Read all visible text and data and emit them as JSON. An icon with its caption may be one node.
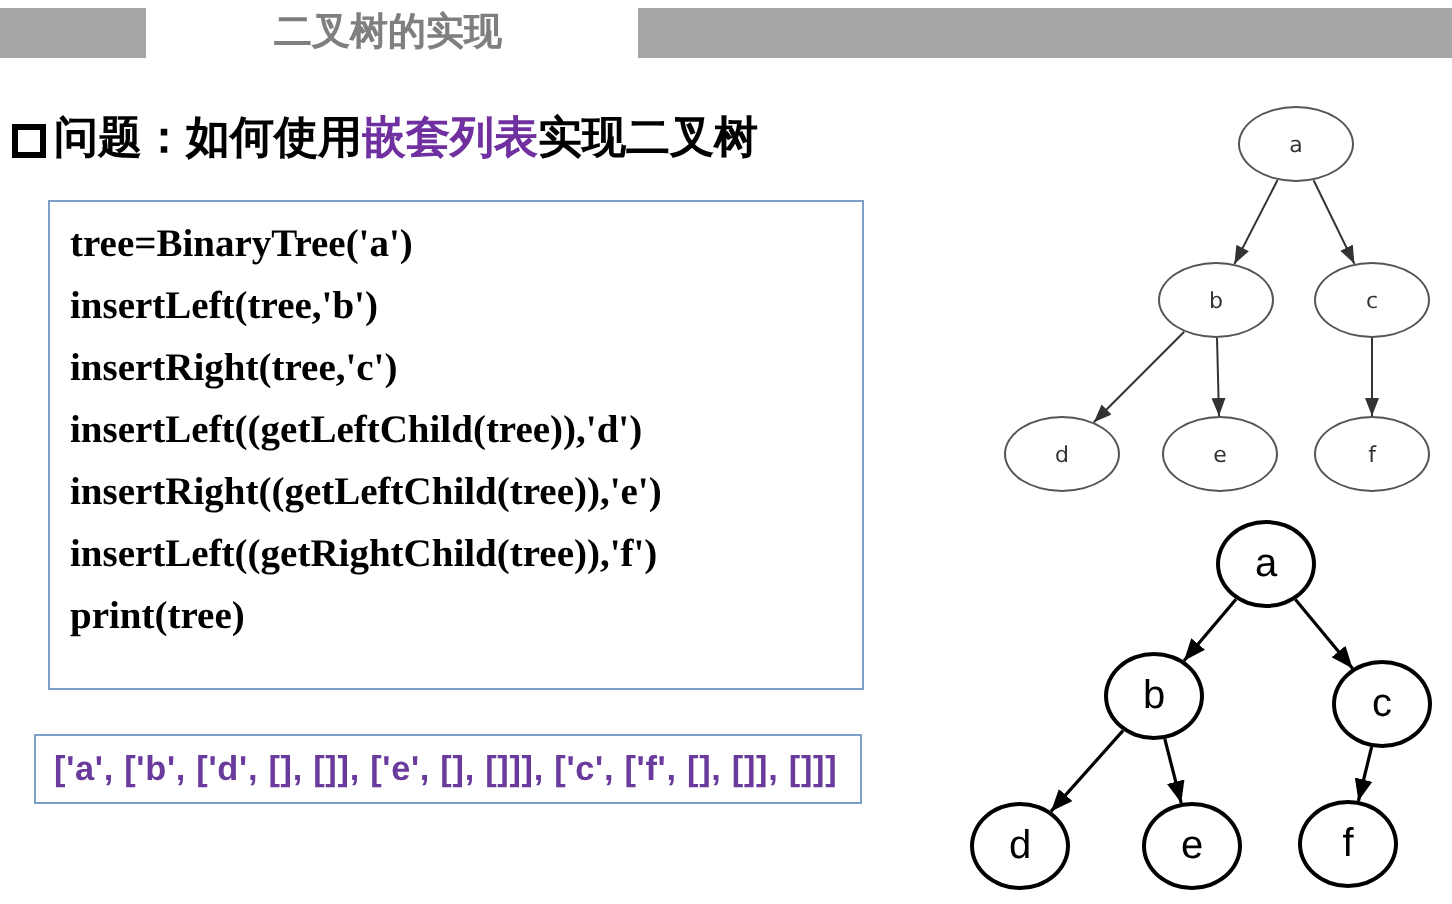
{
  "diagram": {
    "title": "二叉树的实现",
    "nodes": [
      {
        "text": [
          "tree=BinaryTree('a')",
          "insertLeft(tree,'b')",
          "insertRight(tree,'c')",
          "insertLeft((getLeftChild(tree)),'d')",
          "insertRight((getLeftChild(tree)),'e')",
          "insertLeft((getRightChild(tree)),'f')",
          "print(tree)"
        ]
      },
      {
        "text": [
          "['a', ['b', ['d', [], []], ['e', [], []]], ['c', ['f', [], []], []]]"
        ]
      },
      {
        "text": [
          "a"
        ]
      },
      {
        "text": [
          "b"
        ]
      },
      {
        "text": [
          "c"
        ]
      },
      {
        "text": [
          "d"
        ]
      },
      {
        "text": [
          "e"
        ]
      },
      {
        "text": [
          "f"
        ]
      },
      {
        "text": [
          "a"
        ]
      },
      {
        "text": [
          "b"
        ]
      },
      {
        "text": [
          "c"
        ]
      },
      {
        "text": [
          "d"
        ]
      },
      {
        "text": [
          "e"
        ]
      },
      {
        "text": [
          "f"
        ]
      }
    ],
    "edges": [
      {
        "from": 2,
        "to": 3,
        "arrow": "to"
      },
      {
        "from": 2,
        "to": 4,
        "arrow": "to"
      },
      {
        "from": 3,
        "to": 5,
        "arrow": "to"
      },
      {
        "from": 3,
        "to": 6,
        "arrow": "to"
      },
      {
        "from": 4,
        "to": 7,
        "arrow": "to"
      },
      {
        "from": 8,
        "to": 9,
        "arrow": "to"
      },
      {
        "from": 8,
        "to": 10,
        "arrow": "to"
      },
      {
        "from": 9,
        "to": 11,
        "arrow": "to"
      },
      {
        "from": 9,
        "to": 12,
        "arrow": "to"
      },
      {
        "from": 10,
        "to": 13,
        "arrow": "to"
      }
    ],
    "labels": [
      "问题：如何使用**嵌套列表**实现二叉树"
    ]
  }
}
